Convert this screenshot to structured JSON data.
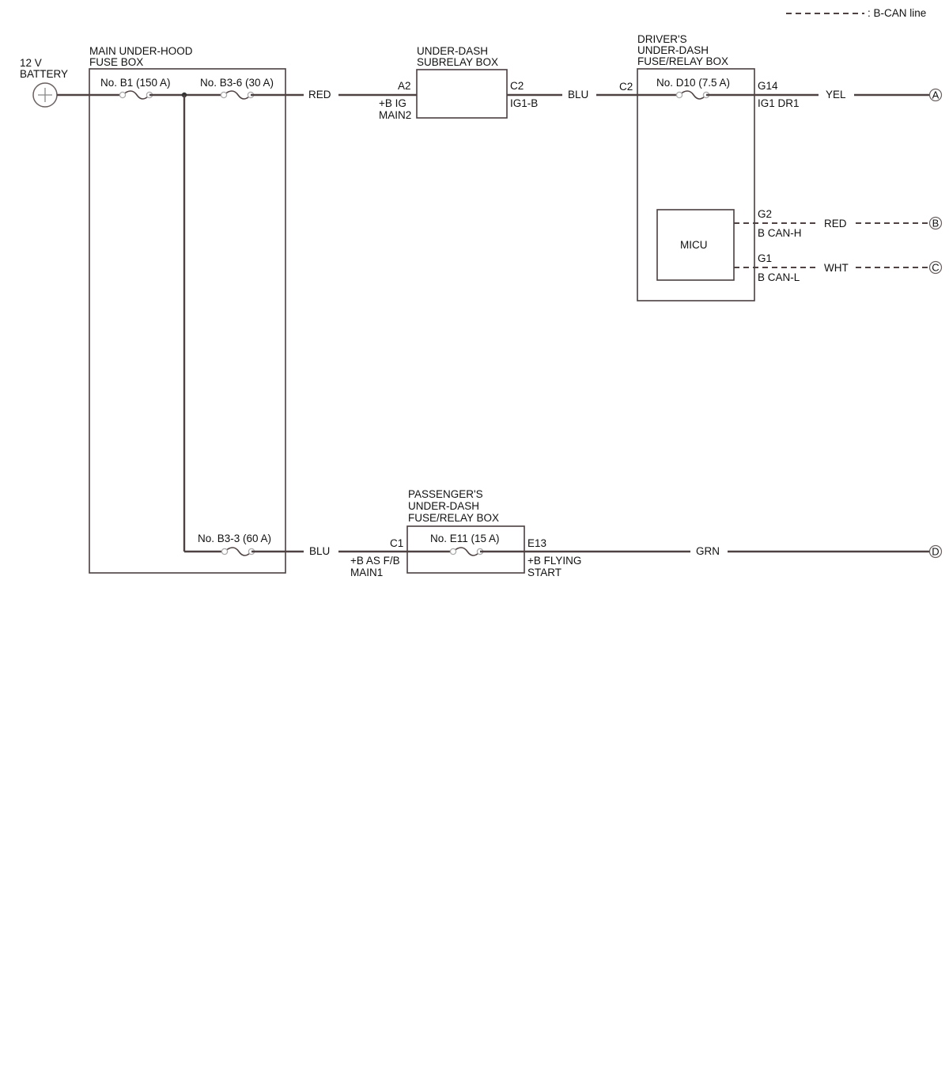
{
  "legend": {
    "label": ": B-CAN line"
  },
  "battery": {
    "line1": "12 V",
    "line2": "BATTERY"
  },
  "main_fuse_box": {
    "title_line1": "MAIN UNDER-HOOD",
    "title_line2": "FUSE BOX",
    "fuse_b1": "No. B1 (150 A)",
    "fuse_b3_6": "No. B3-6 (30 A)",
    "fuse_b3_3": "No. B3-3 (60 A)"
  },
  "subrelay_box": {
    "title_line1": "UNDER-DASH",
    "title_line2": "SUBRELAY BOX",
    "pin_in": "A2",
    "pin_in_name_line1": "+B IG",
    "pin_in_name_line2": "MAIN2",
    "pin_out": "C2",
    "pin_out_name": "IG1-B"
  },
  "driver_box": {
    "title_line1": "DRIVER'S",
    "title_line2": "UNDER-DASH",
    "title_line3": "FUSE/RELAY BOX",
    "pin_in": "C2",
    "fuse_d10": "No. D10 (7.5 A)",
    "pin_out": "G14",
    "pin_out_name": "IG1 DR1",
    "micu": "MICU",
    "can_h_pin": "G2",
    "can_h_name": "B CAN-H",
    "can_l_pin": "G1",
    "can_l_name": "B CAN-L"
  },
  "passenger_box": {
    "title_line1": "PASSENGER'S",
    "title_line2": "UNDER-DASH",
    "title_line3": "FUSE/RELAY BOX",
    "pin_in": "C1",
    "pin_in_name_line1": "+B AS F/B",
    "pin_in_name_line2": "MAIN1",
    "fuse_e11": "No. E11 (15 A)",
    "pin_out": "E13",
    "pin_out_name_line1": "+B FLYING",
    "pin_out_name_line2": "START"
  },
  "wires": {
    "red_1": "RED",
    "blu_1": "BLU",
    "yel": "YEL",
    "red_can": "RED",
    "wht_can": "WHT",
    "blu_2": "BLU",
    "grn": "GRN"
  },
  "connectors": {
    "a": "A",
    "b": "B",
    "c": "C",
    "d": "D"
  }
}
